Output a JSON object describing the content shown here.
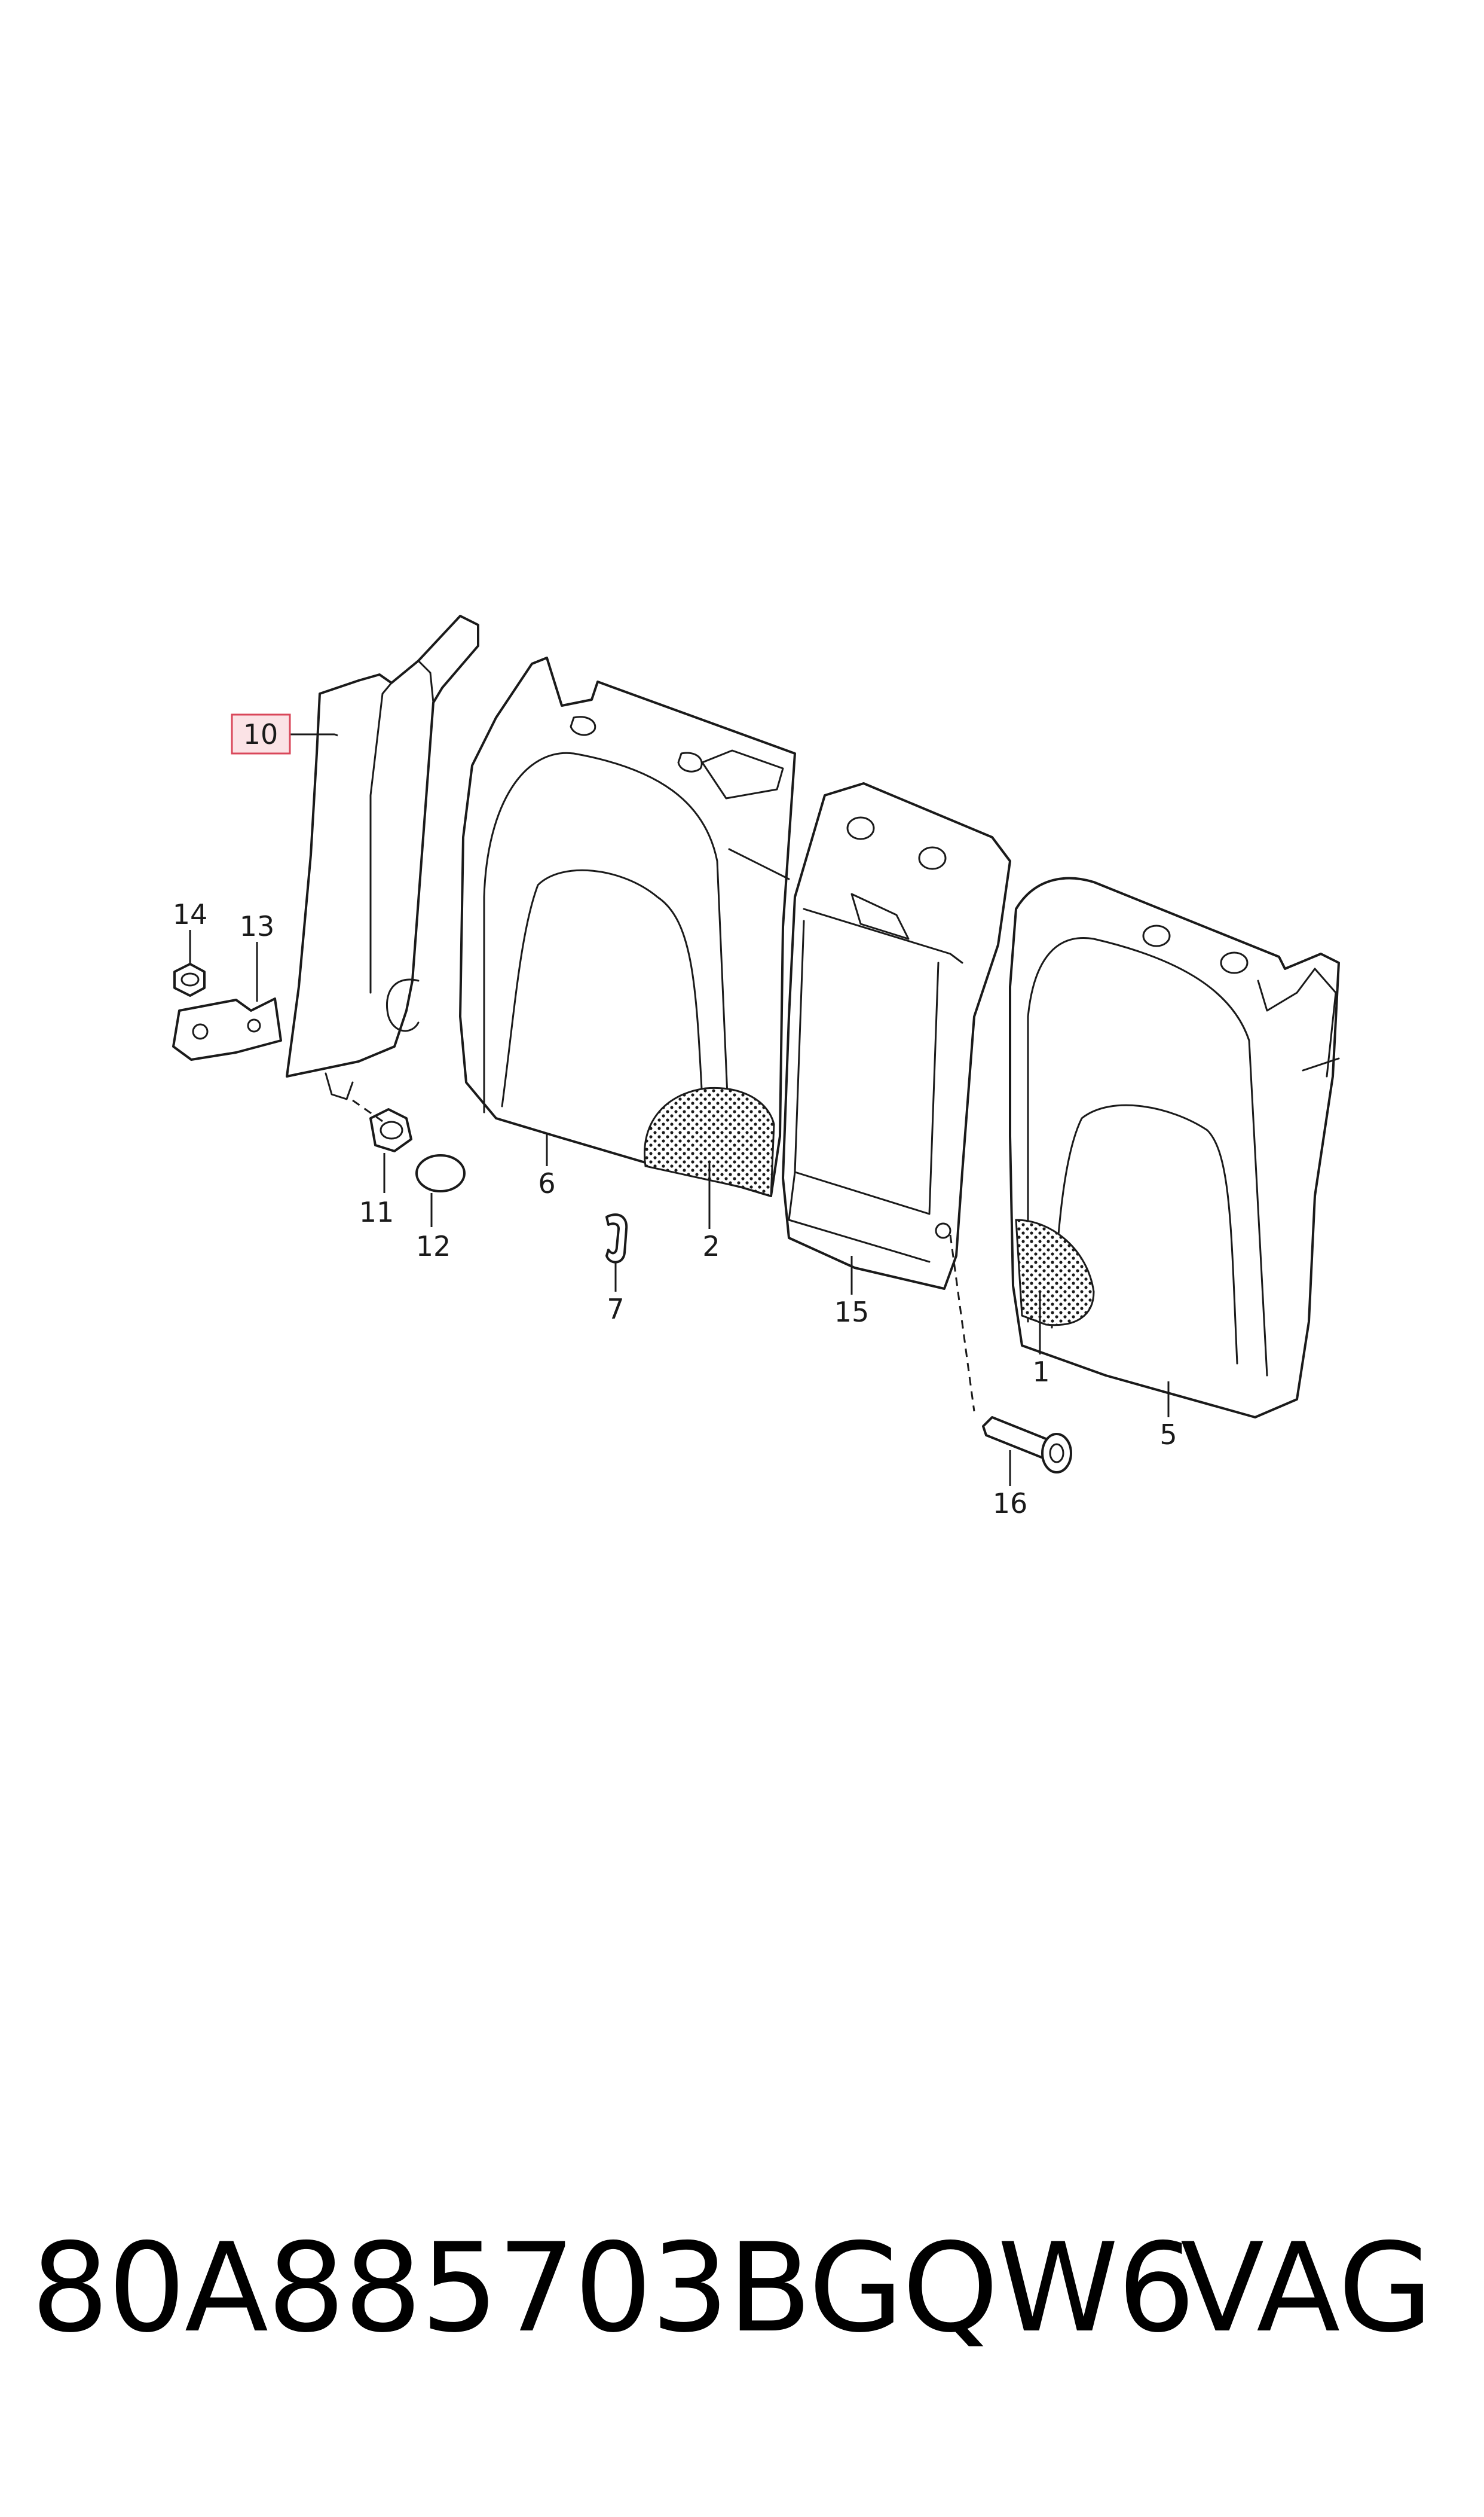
{
  "callouts": {
    "c1": "1",
    "c2": "2",
    "c5": "5",
    "c6": "6",
    "c7": "7",
    "c10": "10",
    "c11": "11",
    "c12": "12",
    "c13": "13",
    "c14": "14",
    "c15": "15",
    "c16": "16"
  },
  "highlighted_part": "10",
  "colors": {
    "highlight_fill": "#fbe3e6",
    "highlight_border": "#d9475a",
    "line": "#1a1a1a"
  },
  "footer": {
    "part_number": "80A885703BGQW6",
    "brand": "VAG"
  }
}
